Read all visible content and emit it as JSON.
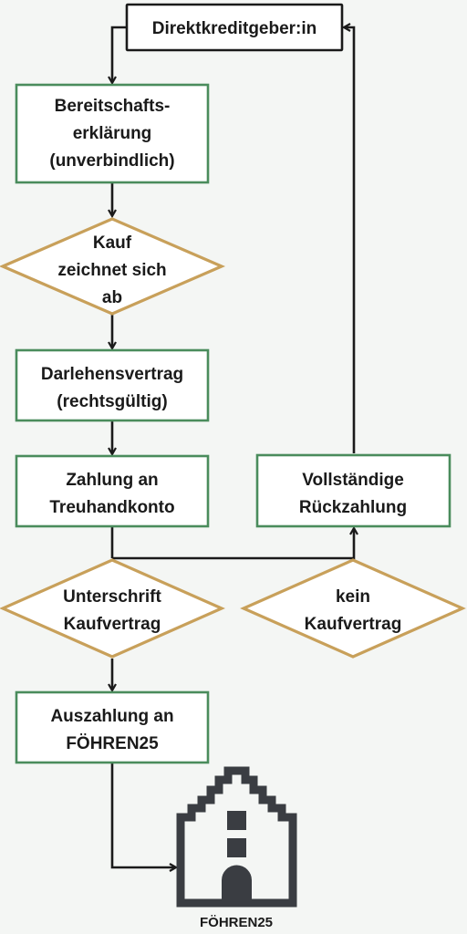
{
  "nodes": {
    "direktkreditgeber": "Direktkreditgeber:in",
    "bereitschaft": [
      "Bereitschafts-",
      "erklärung",
      "(unverbindlich)"
    ],
    "kauf": [
      "Kauf",
      "zeichnet sich",
      "ab"
    ],
    "darlehen": [
      "Darlehensvertrag",
      "(rechtsgültig)"
    ],
    "zahlung": [
      "Zahlung an",
      "Treuhandkonto"
    ],
    "unterschrift": [
      "Unterschrift",
      "Kaufvertrag"
    ],
    "auszahlung": [
      "Auszahlung an",
      "FÖHREN25"
    ],
    "rueckzahlung": [
      "Vollständige",
      "Rückzahlung"
    ],
    "kein": [
      "kein",
      "Kaufvertrag"
    ]
  },
  "logo": {
    "label": "FÖHREN25",
    "icon": "building-gable-icon"
  },
  "colors": {
    "background": "#f4f6f4",
    "process_border": "#4a8c5c",
    "decision_border": "#c8a05a",
    "start_border": "#1a1a1a",
    "arrow": "#1a1a1a",
    "logo": "#3a3d42"
  }
}
